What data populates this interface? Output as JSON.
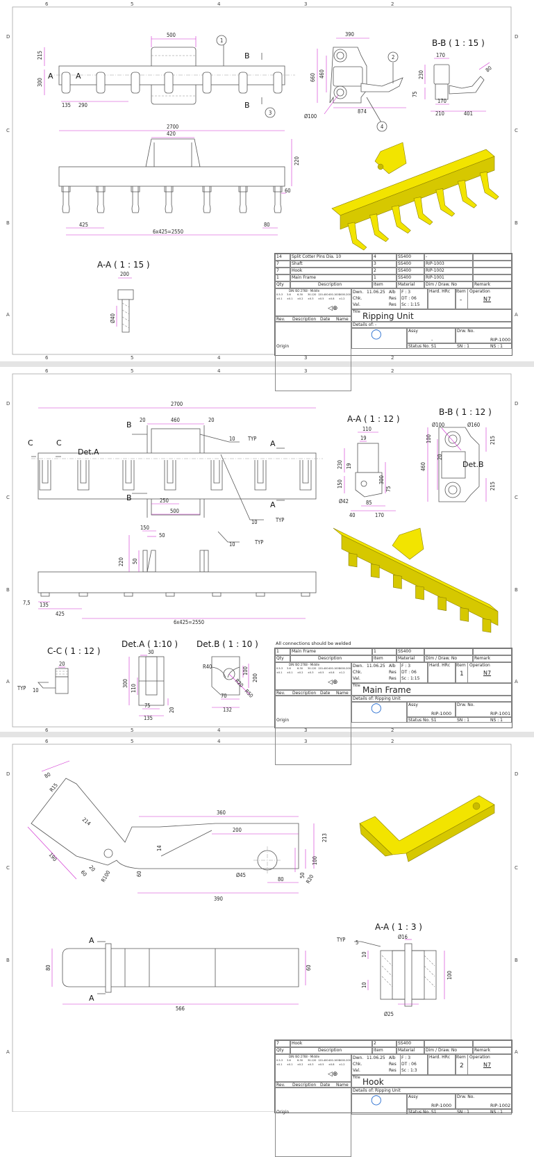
{
  "frame": {
    "columns": [
      "6",
      "5",
      "4",
      "3",
      "2"
    ],
    "rows": [
      "D",
      "C",
      "B",
      "A"
    ]
  },
  "colors": {
    "dimension": "#d02ad0",
    "model": "#f2e400",
    "line": "#555555"
  },
  "common": {
    "headers": [
      "Qty",
      "Description",
      "Item",
      "Material",
      "Dim / Draw. No",
      "Remark"
    ],
    "tolerance_title": "DIN ISO 2768 - Middle",
    "tolerance_ranges": [
      "0.5-3",
      "3-6",
      "6-30",
      "30-120",
      "120-400",
      "400-1000",
      "1000-2000"
    ],
    "tolerance_values": [
      "±0.1",
      "±0.1",
      "±0.2",
      "±0.3",
      "±0.5",
      "±0.8",
      "±1.2"
    ],
    "rev_headers": [
      "Rev.",
      "Description",
      "Date",
      "Name"
    ],
    "dwn": "Dwn.",
    "date": "11.06.25",
    "chk": "Chk.",
    "val": "Val.",
    "alb": "Alb",
    "res": "Res",
    "f": "F : 3",
    "dt": "DT : 06",
    "hard": "Hard. HRc",
    "item_label": "Item",
    "operation": "Operation",
    "surface": "N7",
    "title_label": "Title",
    "details_label": "Details of:",
    "assy_label": "Assy",
    "drw_label": "Drw. No.",
    "status": "Status No. S1",
    "sn": "SN : 1",
    "ns": "NS : 1",
    "origin": "Origin"
  },
  "s1": {
    "tb": {
      "bom": [
        [
          "14",
          "Split Cotter Pins Dia. 10",
          "4",
          "SS400",
          "-",
          ""
        ],
        [
          "7",
          "Shaft",
          "3",
          "SS400",
          "RIP-1003",
          ""
        ],
        [
          "7",
          "Hook",
          "2",
          "SS400",
          "RIP-1002",
          ""
        ],
        [
          "1",
          "Main Frame",
          "1",
          "SS400",
          "RIP-1001",
          ""
        ]
      ],
      "sc": "Sc : 1:15",
      "item_value": "-",
      "title": "Ripping Unit",
      "details": "-",
      "assy": "-",
      "drw": "RIP-1000"
    },
    "labels": [
      "A",
      "A",
      "B",
      "B",
      "B-B ( 1 : 15 )",
      "A-A ( 1 : 15 )"
    ],
    "balloons": [
      "1",
      "2",
      "3",
      "4"
    ],
    "dims": [
      "500",
      "215",
      "300",
      "135",
      "290",
      "390",
      "660",
      "460",
      "Ø100",
      "874",
      "170",
      "230",
      "75",
      "170",
      "210",
      "401",
      "80",
      "2700",
      "420",
      "220",
      "60",
      "425",
      "80",
      "6x425=2550",
      "200",
      "Ø40"
    ]
  },
  "s2": {
    "note": "All connections should be welded",
    "tb": {
      "bom": [
        [
          "1",
          "Main Frame",
          "1",
          "SS400",
          "",
          ""
        ]
      ],
      "sc": "Sc : 1:15",
      "item_value": "1",
      "title": "Main Frame",
      "details": "Ripping Unit",
      "assy": "RIP-1000",
      "drw": "RIP-1001"
    },
    "labels": [
      "B",
      "B",
      "A",
      "A",
      "C",
      "C",
      "Det.A",
      "A-A ( 1 : 12 )",
      "B-B ( 1 : 12 )",
      "Det.B",
      "C-C ( 1 : 12 )",
      "Det.A ( 1:10 )",
      "Det.B ( 1 : 10 )"
    ],
    "dims": [
      "2700",
      "20",
      "460",
      "20",
      "250",
      "500",
      "10",
      "TYP",
      "10",
      "TYP",
      "10",
      "TYP",
      "150",
      "50",
      "220",
      "50",
      "7,5",
      "135",
      "425",
      "6x425=2550",
      "110",
      "19",
      "230",
      "19",
      "150",
      "300",
      "75",
      "Ø42",
      "85",
      "40",
      "170",
      "Ø100",
      "Ø160",
      "100",
      "20",
      "215",
      "460",
      "215",
      "20",
      "30",
      "300",
      "110",
      "75",
      "135",
      "20",
      "R40",
      "100",
      "200",
      "R20",
      "R50",
      "70",
      "132",
      "TYP",
      "10"
    ]
  },
  "s3": {
    "tb": {
      "bom": [
        [
          "7",
          "Hook",
          "2",
          "SS400",
          "",
          ""
        ]
      ],
      "sc": "Sc : 1:3",
      "item_value": "2",
      "title": "Hook",
      "details": "Ripping Unit",
      "assy": "RIP-1000",
      "drw": "RIP-1002"
    },
    "labels": [
      "A",
      "A",
      "A-A ( 1 : 3 )"
    ],
    "dims": [
      "80",
      "R15",
      "214",
      "190",
      "60",
      "20",
      "R100",
      "60",
      "360",
      "200",
      "14",
      "Ø45",
      "50",
      "100",
      "213",
      "80",
      "R20",
      "390",
      "80",
      "60",
      "566",
      "TYP",
      "5",
      "Ø16",
      "10",
      "10",
      "100",
      "Ø25"
    ]
  }
}
